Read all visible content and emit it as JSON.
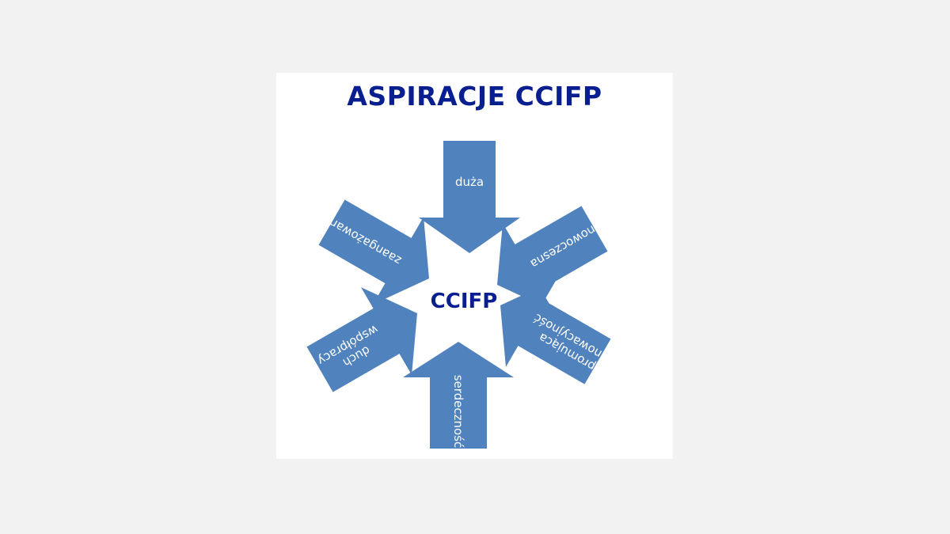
{
  "title": "ASPIRACJE CCIFP",
  "center": "CCIFP",
  "arrows": [
    {
      "lines": [
        "duża"
      ]
    },
    {
      "lines": [
        "nowoczesna"
      ]
    },
    {
      "lines": [
        "promująca",
        "innowacyjność"
      ]
    },
    {
      "lines": [
        "serdeczność"
      ]
    },
    {
      "lines": [
        "duch",
        "współpracy"
      ]
    },
    {
      "lines": [
        "zaangażowanie"
      ]
    }
  ],
  "colors": {
    "arrow": "#5082be",
    "title": "#0a1f8f",
    "background": "#f2f2f2",
    "slide": "#ffffff"
  }
}
